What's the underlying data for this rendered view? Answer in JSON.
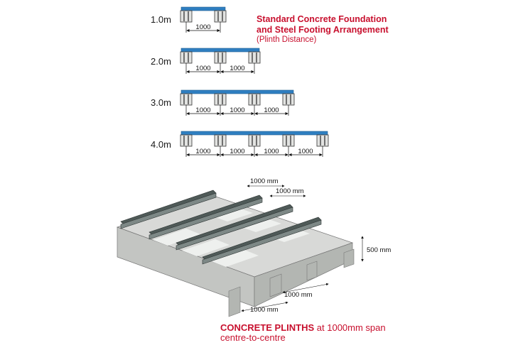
{
  "title_line1": "Standard Concrete Foundation",
  "title_line2": "and Steel Footing Arrangement",
  "subtitle": "(Plinth Distance)",
  "rows": [
    {
      "label": "1.0m",
      "spans": 1,
      "span_label": "1000"
    },
    {
      "label": "2.0m",
      "spans": 2,
      "span_label": "1000"
    },
    {
      "label": "3.0m",
      "spans": 3,
      "span_label": "1000"
    },
    {
      "label": "4.0m",
      "spans": 4,
      "span_label": "1000"
    }
  ],
  "iso_dimensions": {
    "top_a": "1000 mm",
    "top_b": "1000 mm",
    "height": "500 mm",
    "bottom_a": "1000 mm",
    "bottom_b": "1000 mm"
  },
  "caption_bold": "CONCRETE PLINTHS",
  "caption_rest": " at 1000mm span",
  "caption_line2": "centre-to-centre",
  "colors": {
    "accent_red": "#c8102e",
    "beam_blue": "#2f7fc1",
    "steel_dark": "#4f5a58",
    "concrete": "#cfd1cf"
  }
}
